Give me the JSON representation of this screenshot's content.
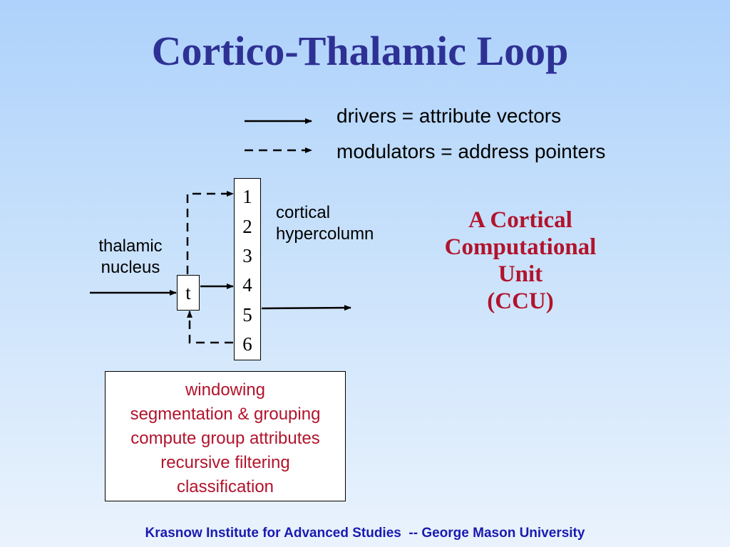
{
  "title": "Cortico-Thalamic Loop",
  "legend": {
    "drivers": "drivers = attribute vectors",
    "modulators": "modulators = address pointers"
  },
  "diagram": {
    "thalamic_label": [
      "thalamic",
      "nucleus"
    ],
    "cortical_label": [
      "cortical",
      "hypercolumn"
    ],
    "t_label": "t",
    "layers": [
      "1",
      "2",
      "3",
      "4",
      "5",
      "6"
    ]
  },
  "ccu_text": [
    "A Cortical",
    "Computational",
    "Unit",
    "(CCU)"
  ],
  "functions": [
    "windowing",
    "segmentation & grouping",
    "compute group attributes",
    "recursive filtering",
    "classification"
  ],
  "footer": "Krasnow Institute for Advanced Studies  -- George Mason University",
  "colors": {
    "title": "#2e3194",
    "accent_red": "#b2132c",
    "footer": "#1a1ab0"
  }
}
